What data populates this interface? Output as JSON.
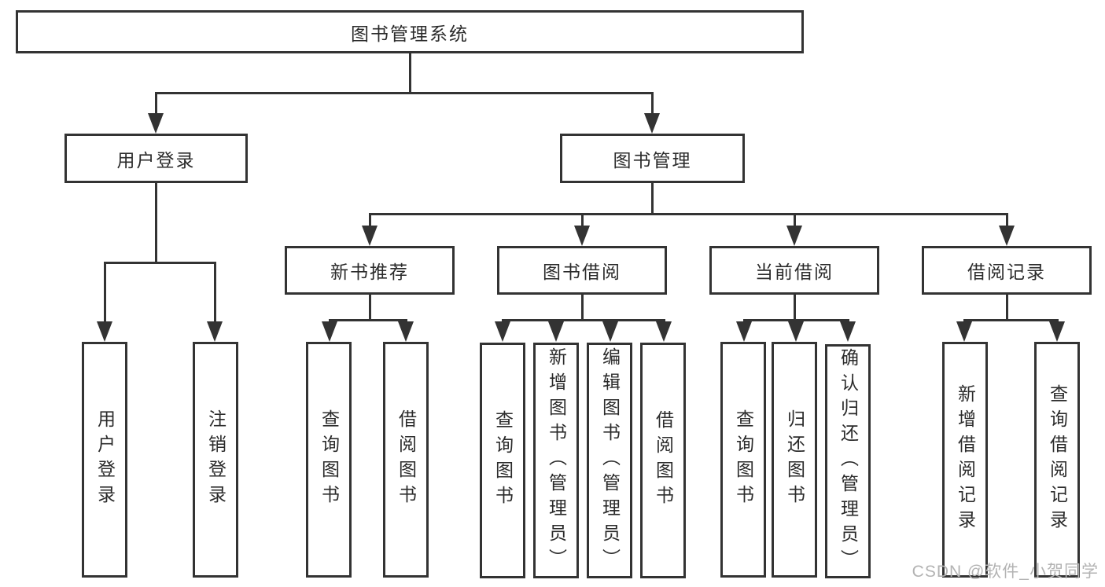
{
  "page": {
    "background_color": "#ffffff",
    "line_color": "#333333",
    "box_border_color": "#333333",
    "text_color": "#2b2b2b"
  },
  "diagram": {
    "root": {
      "label": "图书管理系统"
    },
    "level2": [
      {
        "label": "用户登录"
      },
      {
        "label": "图书管理"
      }
    ],
    "level3": [
      {
        "label": "新书推荐"
      },
      {
        "label": "图书借阅"
      },
      {
        "label": "当前借阅"
      },
      {
        "label": "借阅记录"
      }
    ],
    "leaves": {
      "user_login": [
        {
          "label": "用户登录"
        },
        {
          "label": "注销登录"
        }
      ],
      "new_book": [
        {
          "label": "查询图书"
        },
        {
          "label": "借阅图书"
        }
      ],
      "book_borrow": [
        {
          "label": "查询图书"
        },
        {
          "label": "新增图书（管理员）"
        },
        {
          "label": "编辑图书（管理员）"
        },
        {
          "label": "借阅图书"
        }
      ],
      "current_borrow": [
        {
          "label": "查询图书"
        },
        {
          "label": "归还图书"
        },
        {
          "label": "确认归还（管理员）"
        }
      ],
      "borrow_record": [
        {
          "label": "新增借阅记录"
        },
        {
          "label": "查询借阅记录"
        }
      ]
    }
  },
  "watermark": {
    "text": "CSDN @软件_小贺同学",
    "color": "#b3b3b3"
  }
}
